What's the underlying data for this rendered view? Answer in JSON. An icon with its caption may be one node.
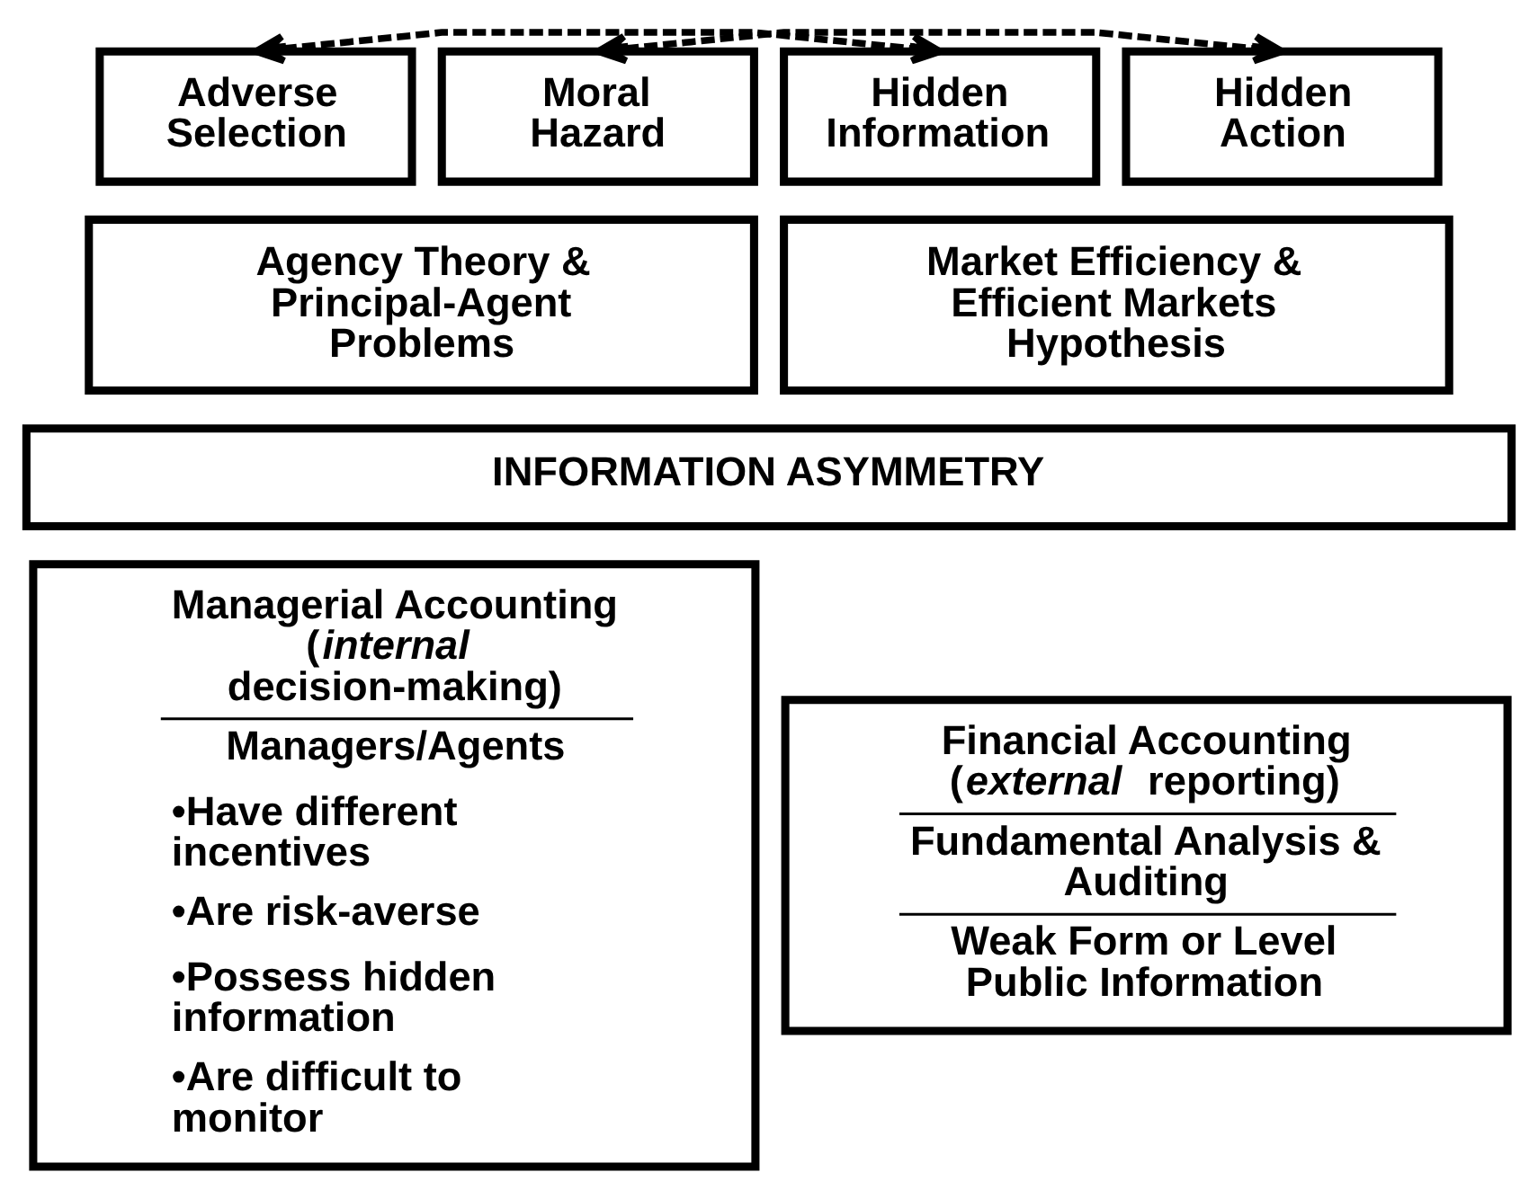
{
  "diagram": {
    "nodes": [
      {
        "text": [
          "Adverse Selection"
        ]
      },
      {
        "text": [
          "Moral Hazard"
        ]
      },
      {
        "text": [
          "Hidden Information"
        ]
      },
      {
        "text": [
          "Hidden Action"
        ]
      },
      {
        "text": [
          "Agency Theory & Principal-Agent Problems"
        ]
      },
      {
        "text": [
          "Market Efficiency & Efficient Markets Hypothesis"
        ]
      },
      {
        "text": [
          "INFORMATION ASYMMETRY"
        ]
      },
      {
        "text": [
          "Managerial Accounting (*internal* decision-making)",
          "Managers/Agents",
          "•Have different incentives",
          "•Are risk-averse",
          "•Possess hidden information",
          "•Are difficult to monitor"
        ]
      },
      {
        "text": [
          "Financial Accounting (*external* reporting)",
          "Fundamental Analysis & Auditing",
          "Weak Form or Level Public Information"
        ]
      }
    ],
    "edges": [
      {
        "from": 0,
        "to": 2,
        "arrow": "both",
        "style": "dashed"
      },
      {
        "from": 1,
        "to": 3,
        "arrow": "both",
        "style": "dashed"
      }
    ]
  }
}
